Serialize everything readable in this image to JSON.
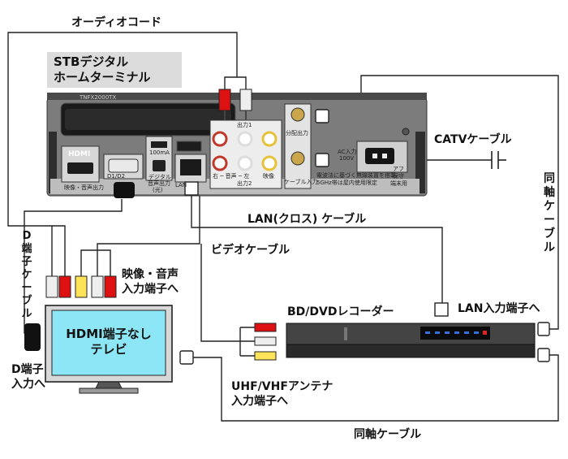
{
  "labels": {
    "audio_cord": "オーディオコード",
    "stb_line1": "STBデジタル",
    "stb_line2": "ホームターミナル",
    "catv_cable": "CATVケーブル",
    "coax_cable_right": "同軸ケーブル",
    "lan_cable": "LAN(クロス) ケーブル",
    "video_cable": "ビデオケーブル",
    "d_cable": "D端子ケーブル",
    "av_input_line1": "映像・音声",
    "av_input_line2": "入力端子へ",
    "recorder": "BD/DVDレコーダー",
    "lan_input": "LAN入力端子へ",
    "tv_line1": "HDMI端子なし",
    "tv_line2": "テレビ",
    "d_input_line1": "D端子",
    "d_input_line2": "入力へ",
    "antenna_line1": "UHF/VHFアンテナ",
    "antenna_line2": "入力端子へ",
    "coax_cable_bottom": "同軸ケーブル"
  },
  "stb_panel": {
    "model": "TNFX2000TX",
    "hdmi": "HDMI",
    "av_out": "映像・音声出力",
    "d_out": "D1/D2",
    "usb_current": "100mA",
    "digital_audio_1": "デジタル",
    "digital_audio_2": "音声出力",
    "digital_audio_3": "(光)",
    "lan": "LAN",
    "out1": "出力1",
    "out2": "出力2",
    "right_audio": "右 ─ 音声 ─ 左",
    "video": "映像",
    "split_out": "分配出力",
    "cable_in": "ケーブル入力",
    "ac_in_1": "AC入力",
    "ac_in_2": "100V",
    "notice_1": "電波法に基づく無線装置を搭載",
    "notice_2": "5GHz帯は屋内使用限定",
    "ac_maintenance_1": "アフ",
    "ac_maintenance_2": "保守",
    "ac_maintenance_3": "端末用"
  }
}
